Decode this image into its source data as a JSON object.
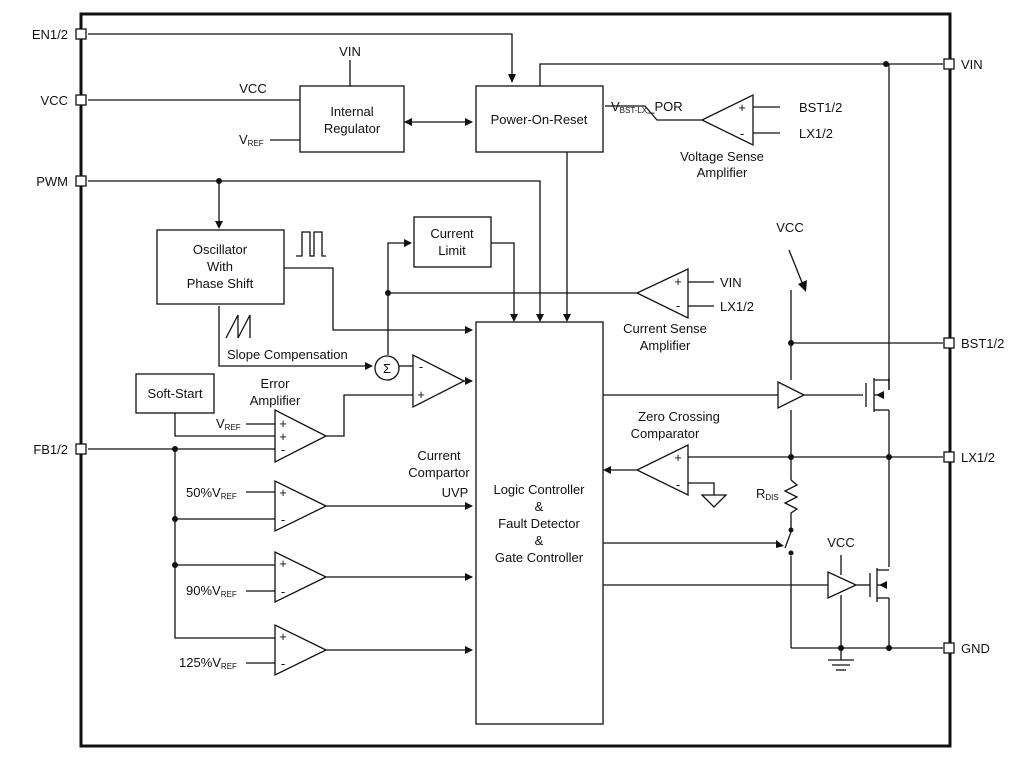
{
  "pins": {
    "en": "EN1/2",
    "vcc": "VCC",
    "pwm": "PWM",
    "fb": "FB1/2",
    "vin": "VIN",
    "bst": "BST1/2",
    "lx": "LX1/2",
    "gnd": "GND"
  },
  "blocks": {
    "internal_regulator": [
      "Internal",
      "Regulator"
    ],
    "power_on_reset": "Power-On-Reset",
    "oscillator": [
      "Oscillator",
      "With",
      "Phase Shift"
    ],
    "current_limit": [
      "Current",
      "Limit"
    ],
    "soft_start": "Soft-Start",
    "logic_controller": [
      "Logic Controller",
      "&",
      "Fault Detector",
      "&",
      "Gate Controller"
    ]
  },
  "labels": {
    "vin_reg": "VIN",
    "vcc_reg": "VCC",
    "vref_reg_main": "V",
    "vref_reg_sub": "REF",
    "vbst_main": "V",
    "vbst_sub": "BST-LX",
    "vbst_tail": "_POR",
    "vs_bst": "BST1/2",
    "vs_lx": "LX1/2",
    "voltage_sense": [
      "Voltage Sense",
      "Amplifier"
    ],
    "vcc_top": "VCC",
    "cs_vin": "VIN",
    "cs_lx": "LX1/2",
    "current_sense": [
      "Current Sense",
      "Amplifier"
    ],
    "slope_comp": "Slope Compensation",
    "sigma": "Σ",
    "error_amp": [
      "Error",
      "Amplifier"
    ],
    "ea_vref_main": "V",
    "ea_vref_sub": "REF",
    "zero_crossing": [
      "Zero Crossing",
      "Comparator"
    ],
    "current_comparator": [
      "Current",
      "Compartor"
    ],
    "uvp": "UVP",
    "p50_main": "50%V",
    "p50_sub": "REF",
    "p90_main": "90%V",
    "p90_sub": "REF",
    "p125_main": "125%V",
    "p125_sub": "REF",
    "rdis_main": "R",
    "rdis_sub": "DIS",
    "vcc_low": "VCC",
    "plus": "+",
    "minus": "-"
  }
}
